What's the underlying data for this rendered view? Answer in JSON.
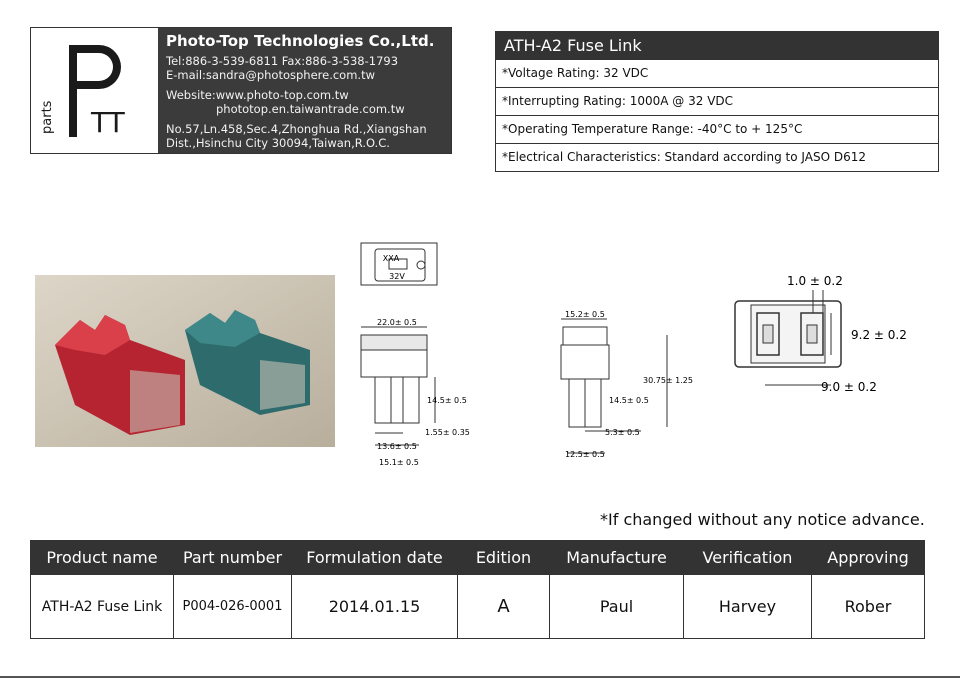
{
  "company": {
    "logo_text_main": "P",
    "logo_text_tt": "TT",
    "logo_text_parts": "parts",
    "name": "Photo-Top Technologies Co.,Ltd.",
    "tel_line": "Tel:886-3-539-6811     Fax:886-3-538-1793",
    "email_line": "E-mail:sandra@photosphere.com.tw",
    "website_line1": "Website:www.photo-top.com.tw",
    "website_line2": "phototop.en.taiwantrade.com.tw",
    "address_line1": "No.57,Ln.458,Sec.4,Zhonghua Rd.,Xiangshan",
    "address_line2": "Dist.,Hsinchu City 30094,Taiwan,R.O.C."
  },
  "spec": {
    "title": "ATH-A2 Fuse Link",
    "rows": [
      "*Voltage Rating:  32 VDC",
      "*Interrupting Rating:  1000A @ 32 VDC",
      "*Operating Temperature Range:  -40°C to + 125°C",
      "*Electrical Characteristics:  Standard according to JASO D612"
    ]
  },
  "drawing": {
    "top_label_1": "XXA",
    "top_label_2": "32V",
    "front_dims": [
      "22.0± 0.5",
      "14.5± 0.5",
      "13.6± 0.5",
      "1.55± 0.35",
      "15.1± 0.5"
    ],
    "side_dims": [
      "15.2± 0.5",
      "30.75± 1.25",
      "14.5± 0.5",
      "5.3± 0.5",
      "12.5± 0.5"
    ],
    "bottom_dims": [
      "1.0 ± 0.2",
      "9.2 ± 0.2",
      "9.0 ± 0.2"
    ]
  },
  "notice": "*If changed without any notice advance.",
  "table": {
    "headers": [
      "Product name",
      "Part number",
      "Formulation date",
      "Edition",
      "Manufacture",
      "Verification",
      "Approving"
    ],
    "row": [
      "ATH-A2 Fuse Link",
      "P004-026-0001",
      "2014.01.15",
      "A",
      "Paul",
      "Harvey",
      "Rober"
    ]
  }
}
